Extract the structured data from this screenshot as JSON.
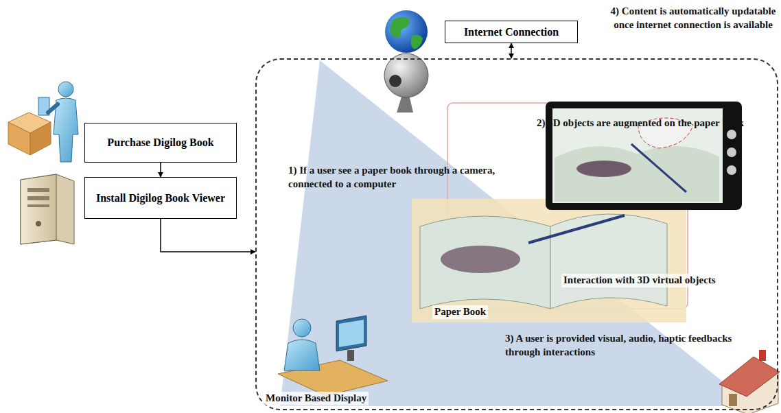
{
  "diagram": {
    "nodes": [
      {
        "text": [
          "Internet Connection"
        ]
      },
      {
        "text": [
          "Purchase Digilog Book"
        ]
      },
      {
        "text": [
          "Install Digilog Book Viewer"
        ]
      },
      {
        "text": [
          "1) If a user see a paper book through a camera, connected to a computer",
          "2) 3D objects are augmented on the paper book",
          "Interaction with 3D virtual objects",
          "Paper Book",
          "3) A user is provided visual, audio, haptic feedbacks through interactions",
          "Monitor Based Display"
        ]
      }
    ],
    "edges": [
      {
        "from": 1,
        "to": 2,
        "arrow": "to"
      },
      {
        "from": 2,
        "to": 3,
        "arrow": "to"
      },
      {
        "from": 0,
        "to": 3,
        "arrow": "both"
      }
    ],
    "labels": [
      "4) Content is automatically updatable once internet connection is available"
    ]
  }
}
